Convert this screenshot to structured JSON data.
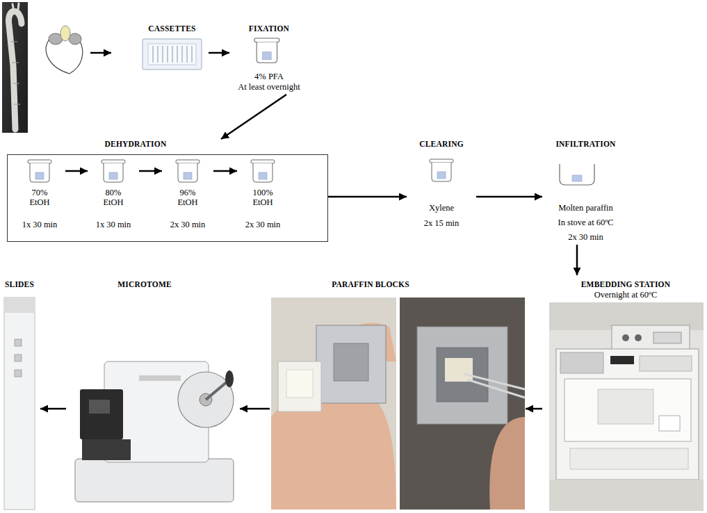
{
  "diagram": {
    "nodes": [
      {
        "text": [
          "CASSETTES"
        ]
      },
      {
        "text": [
          "FIXATION",
          "4% PFA",
          "At least overnight"
        ]
      },
      {
        "text": [
          "DEHYDRATION"
        ]
      },
      {
        "text": [
          "70% EtOH",
          "1x 30 min"
        ],
        "in": 2
      },
      {
        "text": [
          "80% EtOH",
          "1x 30 min"
        ],
        "in": 2
      },
      {
        "text": [
          "96% EtOH",
          "2x 30 min"
        ],
        "in": 2
      },
      {
        "text": [
          "100% EtOH",
          "2x 30 min"
        ],
        "in": 2
      },
      {
        "text": [
          "CLEARING",
          "Xylene",
          "2x 15 min"
        ]
      },
      {
        "text": [
          "INFILTRATION",
          "Molten paraffin",
          "In stove at 60ºC",
          "2x 30 min"
        ]
      },
      {
        "text": [
          "EMBEDDING STATION",
          "Overnight at 60ºC"
        ]
      },
      {
        "text": [
          "PARAFFIN BLOCKS"
        ]
      },
      {
        "text": [
          "MICROTOME"
        ]
      },
      {
        "text": [
          "SLIDES"
        ]
      }
    ],
    "edges": [
      {
        "from": 0,
        "to": 1,
        "arrow": "to"
      },
      {
        "from": 1,
        "to": 2,
        "arrow": "to"
      },
      {
        "from": 3,
        "to": 4,
        "arrow": "to"
      },
      {
        "from": 4,
        "to": 5,
        "arrow": "to"
      },
      {
        "from": 5,
        "to": 6,
        "arrow": "to"
      },
      {
        "from": 2,
        "to": 7,
        "arrow": "to"
      },
      {
        "from": 7,
        "to": 8,
        "arrow": "to"
      },
      {
        "from": 8,
        "to": 9,
        "arrow": "to"
      },
      {
        "from": 9,
        "to": 10,
        "arrow": "to"
      },
      {
        "from": 10,
        "to": 11,
        "arrow": "to"
      },
      {
        "from": 11,
        "to": 12,
        "arrow": "to"
      }
    ]
  }
}
